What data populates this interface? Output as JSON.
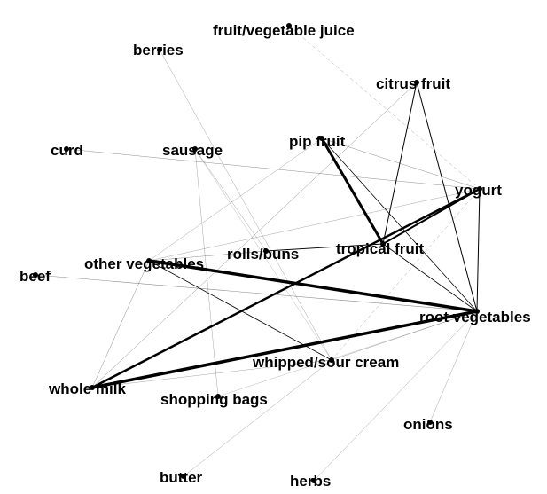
{
  "colors": {
    "background": "#ffffff",
    "node": "#000000",
    "label": "#000000",
    "edge": "#000000"
  },
  "nodes": [
    {
      "id": "fruit/vegetable juice"
    },
    {
      "id": "berries"
    },
    {
      "id": "citrus fruit"
    },
    {
      "id": "curd"
    },
    {
      "id": "sausage"
    },
    {
      "id": "pip fruit"
    },
    {
      "id": "yogurt"
    },
    {
      "id": "tropical fruit"
    },
    {
      "id": "rolls/buns"
    },
    {
      "id": "other vegetables"
    },
    {
      "id": "beef"
    },
    {
      "id": "root vegetables"
    },
    {
      "id": "whipped/sour cream"
    },
    {
      "id": "whole milk"
    },
    {
      "id": "shopping bags"
    },
    {
      "id": "onions"
    },
    {
      "id": "butter"
    },
    {
      "id": "herbs"
    }
  ],
  "edges": [
    {
      "source": "pip fruit",
      "target": "tropical fruit",
      "weight": 3
    },
    {
      "source": "other vegetables",
      "target": "root vegetables",
      "weight": 3.5
    },
    {
      "source": "whole milk",
      "target": "root vegetables",
      "weight": 3.5
    },
    {
      "source": "whole milk",
      "target": "yogurt",
      "weight": 2.5
    },
    {
      "source": "tropical fruit",
      "target": "yogurt",
      "weight": 2
    },
    {
      "source": "citrus fruit",
      "target": "tropical fruit",
      "weight": 1
    },
    {
      "source": "citrus fruit",
      "target": "root vegetables",
      "weight": 1
    },
    {
      "source": "pip fruit",
      "target": "root vegetables",
      "weight": 0.8
    },
    {
      "source": "yogurt",
      "target": "root vegetables",
      "weight": 1
    },
    {
      "source": "tropical fruit",
      "target": "root vegetables",
      "weight": 0.8
    },
    {
      "source": "rolls/buns",
      "target": "tropical fruit",
      "weight": 0.9
    },
    {
      "source": "other vegetables",
      "target": "whipped/sour cream",
      "weight": 0.8
    },
    {
      "source": "beef",
      "target": "root vegetables",
      "weight": 0.6
    },
    {
      "source": "other vegetables",
      "target": "rolls/buns",
      "weight": 0.6
    },
    {
      "source": "whole milk",
      "target": "citrus fruit",
      "weight": 0.5
    },
    {
      "source": "curd",
      "target": "yogurt",
      "weight": 0.5
    },
    {
      "source": "fruit/vegetable juice",
      "target": "yogurt",
      "weight": 0.4,
      "dashed": true
    },
    {
      "source": "berries",
      "target": "whipped/sour cream",
      "weight": 0.4
    },
    {
      "source": "sausage",
      "target": "shopping bags",
      "weight": 0.4
    },
    {
      "source": "sausage",
      "target": "rolls/buns",
      "weight": 0.4
    },
    {
      "source": "pip fruit",
      "target": "yogurt",
      "weight": 0.5
    },
    {
      "source": "other vegetables",
      "target": "yogurt",
      "weight": 0.4
    },
    {
      "source": "other vegetables",
      "target": "pip fruit",
      "weight": 0.4
    },
    {
      "source": "whipped/sour cream",
      "target": "yogurt",
      "weight": 0.4,
      "dashed": true
    },
    {
      "source": "whipped/sour cream",
      "target": "root vegetables",
      "weight": 0.4
    },
    {
      "source": "whole milk",
      "target": "other vegetables",
      "weight": 0.5
    },
    {
      "source": "whole milk",
      "target": "whipped/sour cream",
      "weight": 0.4
    },
    {
      "source": "onions",
      "target": "root vegetables",
      "weight": 0.4
    },
    {
      "source": "herbs",
      "target": "root vegetables",
      "weight": 0.4
    },
    {
      "source": "butter",
      "target": "whipped/sour cream",
      "weight": 0.4
    },
    {
      "source": "shopping bags",
      "target": "root vegetables",
      "weight": 0.3
    },
    {
      "source": "sausage",
      "target": "whipped/sour cream",
      "weight": 0.3
    }
  ]
}
